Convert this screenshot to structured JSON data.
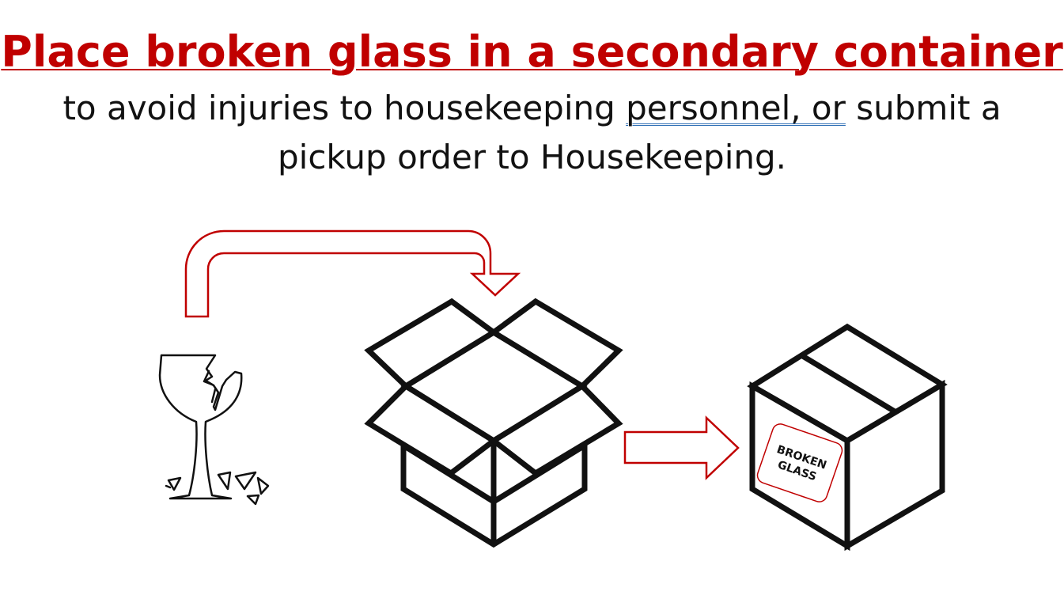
{
  "title": "Place broken glass in a secondary container",
  "subtitle": {
    "line1_before": "to avoid injuries to housekeeping ",
    "line1_marked": "personnel, or",
    "line1_after": " submit a",
    "line2": "pickup order to Housekeeping."
  },
  "box_label": {
    "line1": "BROKEN",
    "line2": "GLASS"
  },
  "colors": {
    "accent_red": "#c00000",
    "text": "#111111",
    "spellcheck_blue": "#2f6fb5"
  },
  "icons": [
    "broken-wine-glass-icon",
    "curved-arrow-icon",
    "open-box-icon",
    "right-arrow-icon",
    "closed-labeled-box-icon"
  ]
}
